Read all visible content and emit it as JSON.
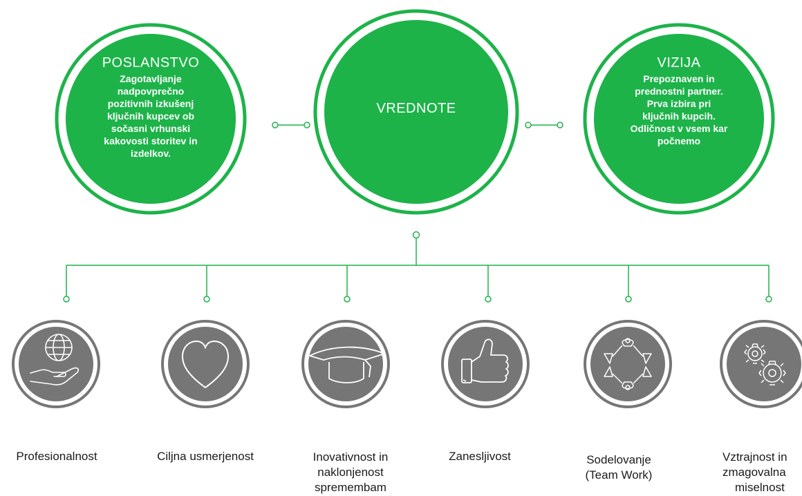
{
  "colors": {
    "green": "#1db349",
    "dark_green": "#17a23f",
    "gray": "#767676",
    "white": "#ffffff"
  },
  "mission": {
    "title": "POSLANSTVO",
    "lines": [
      "Zagotavljanje",
      "nadpovprečno",
      "pozitivnih izkušenj",
      "ključnih kupcev ob",
      "sočasni vrhunski",
      "kakovosti storitev in",
      "izdelkov."
    ]
  },
  "values_center": {
    "title": "VREDNOTE"
  },
  "vision": {
    "title": "VIZIJA",
    "lines": [
      "Prepoznaven in",
      "prednostni partner.",
      "Prva izbira pri",
      "ključnih kupcih.",
      "Odličnost v vsem kar",
      "počnemo"
    ]
  },
  "values": [
    {
      "icon": "globe-hand-icon",
      "lines": [
        "Profesionalnost"
      ]
    },
    {
      "icon": "heart-icon",
      "lines": [
        "Ciljna usmerjenost"
      ]
    },
    {
      "icon": "graduation-cap-icon",
      "lines": [
        "Inovativnost in",
        "naklonjenost",
        "spremembam"
      ]
    },
    {
      "icon": "thumbs-up-icon",
      "lines": [
        "Zanesljivost"
      ]
    },
    {
      "icon": "team-network-icon",
      "lines": [
        "Sodelovanje",
        "(Team Work)"
      ]
    },
    {
      "icon": "gears-icon",
      "lines": [
        "Vztrajnost in",
        "zmagovalna",
        "miselnost"
      ]
    }
  ]
}
